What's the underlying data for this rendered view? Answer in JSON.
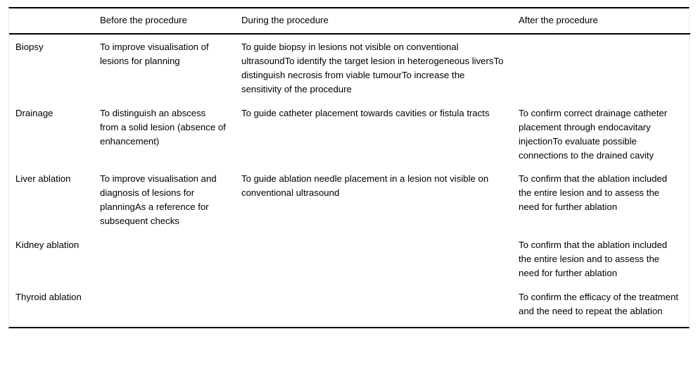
{
  "table": {
    "caption": "",
    "columns": [
      {
        "id": "procedure",
        "label": ""
      },
      {
        "id": "before",
        "label": "Before the procedure"
      },
      {
        "id": "during",
        "label": "During the procedure"
      },
      {
        "id": "after",
        "label": "After the procedure"
      }
    ],
    "rows": [
      {
        "procedure": "Biopsy",
        "before": "To improve visualisation of lesions for planning",
        "during": "To guide biopsy in lesions not visible on conventional ultrasoundTo identify the target lesion in heterogeneous liversTo distinguish necrosis from viable tumourTo increase the sensitivity of the procedure",
        "after": ""
      },
      {
        "procedure": "Drainage",
        "before": "To distinguish an abscess from a solid lesion (absence of enhancement)",
        "during": "To guide catheter placement towards cavities or fistula tracts",
        "after": "To confirm correct drainage catheter placement through endocavitary injectionTo evaluate possible connections to the drained cavity"
      },
      {
        "procedure": "Liver ablation",
        "before": "To improve visualisation and diagnosis of lesions for planningAs a reference for subsequent checks",
        "during": "To guide ablation needle placement in a lesion not visible on conventional ultrasound",
        "after": "To confirm that the ablation included the entire lesion and to assess the need for further ablation"
      },
      {
        "procedure": "Kidney ablation",
        "before": "",
        "during": "",
        "after": "To confirm that the ablation included the entire lesion and to assess the need for further ablation"
      },
      {
        "procedure": "Thyroid ablation",
        "before": "",
        "during": "",
        "after": "To confirm the efficacy of the treatment and the need to repeat the ablation"
      }
    ]
  },
  "style": {
    "text_color": "#000000",
    "background_color": "#ffffff",
    "rule_color": "#000000",
    "edge_rule_color": "#e8e8e8"
  }
}
